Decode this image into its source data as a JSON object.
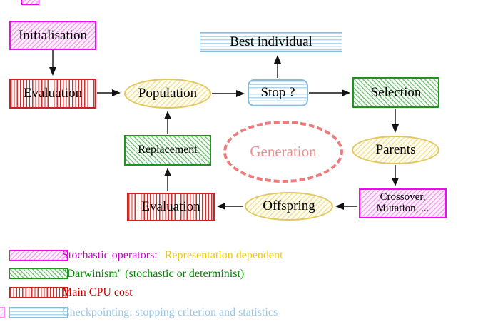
{
  "nodes": {
    "initialisation": {
      "label": "Initialisation"
    },
    "evaluation_top": {
      "label": "Evaluation"
    },
    "population": {
      "label": "Population"
    },
    "best_individual": {
      "label": "Best individual"
    },
    "stop": {
      "label": "Stop ?"
    },
    "selection": {
      "label": "Selection"
    },
    "replacement": {
      "label": "Replacement"
    },
    "generation": {
      "label": "Generation"
    },
    "parents": {
      "label": "Parents"
    },
    "crossover": {
      "line1": "Crossover,",
      "line2": "Mutation, ..."
    },
    "offspring": {
      "label": "Offspring"
    },
    "evaluation_bottom": {
      "label": "Evaluation"
    }
  },
  "legend": {
    "items": [
      {
        "swatch": "magenta-hatch",
        "label": "Stochastic operators:",
        "label2": "Representation dependent"
      },
      {
        "swatch": "green-hatch",
        "label": "\"Darwinism\" (stochastic or determinist)"
      },
      {
        "swatch": "red-stripes",
        "label": "Main CPU cost"
      },
      {
        "swatch": "cyan-lines",
        "label": "Checkpointing: stopping criterion and statistics"
      }
    ]
  },
  "colors": {
    "magenta_border": "#f505f5",
    "green_border": "#209420",
    "red_border": "#cc2222",
    "cyan_border": "#8cbcd8",
    "yellow_border": "#e2c75e",
    "salmon_dashed": "#ec7b7b",
    "legend_magenta_text": "#cc00cc",
    "legend_yellow_text": "#eecc00",
    "legend_green_text": "#008800",
    "legend_red_text": "#cc0000",
    "legend_cyan_text": "#9cc6e4",
    "arrow": "#111111"
  }
}
